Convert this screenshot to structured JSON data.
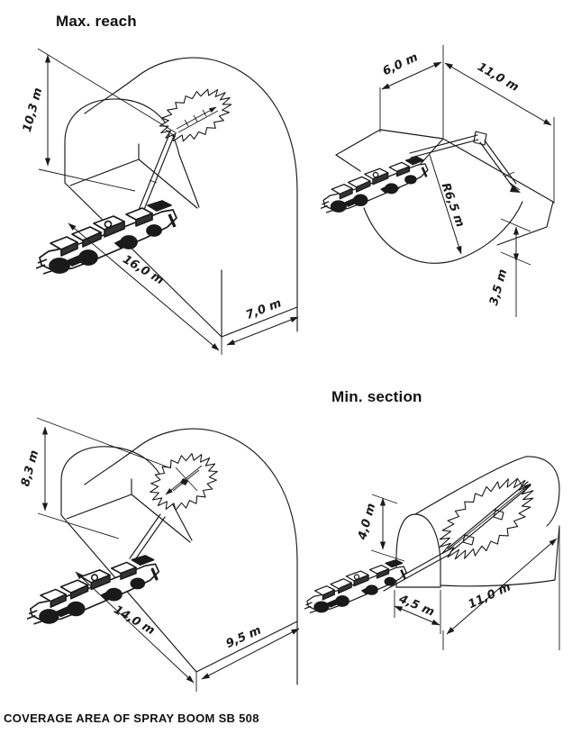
{
  "figure": {
    "heading_max_reach": "Max. reach",
    "heading_min_section": "Min. section",
    "caption": "COVERAGE AREA OF SPRAY BOOM SB 508"
  },
  "colors": {
    "ink": "#1a1a1a",
    "paper": "#ffffff"
  },
  "diagrams": {
    "max_reach_tunnel": {
      "height": "10,3 m",
      "width": "16,0 m",
      "depth": "7,0 m"
    },
    "bench_face": {
      "back_width": "6,0 m",
      "face_length": "11,0 m",
      "sweep_radius": "R6,5 m",
      "bench_drop": "3,5 m"
    },
    "mid_tunnel": {
      "height": "8,3 m",
      "width": "14,0 m",
      "depth": "9,5 m"
    },
    "min_section_tunnel": {
      "height": "4,0 m",
      "width": "4,5 m",
      "length": "11,0 m"
    }
  }
}
